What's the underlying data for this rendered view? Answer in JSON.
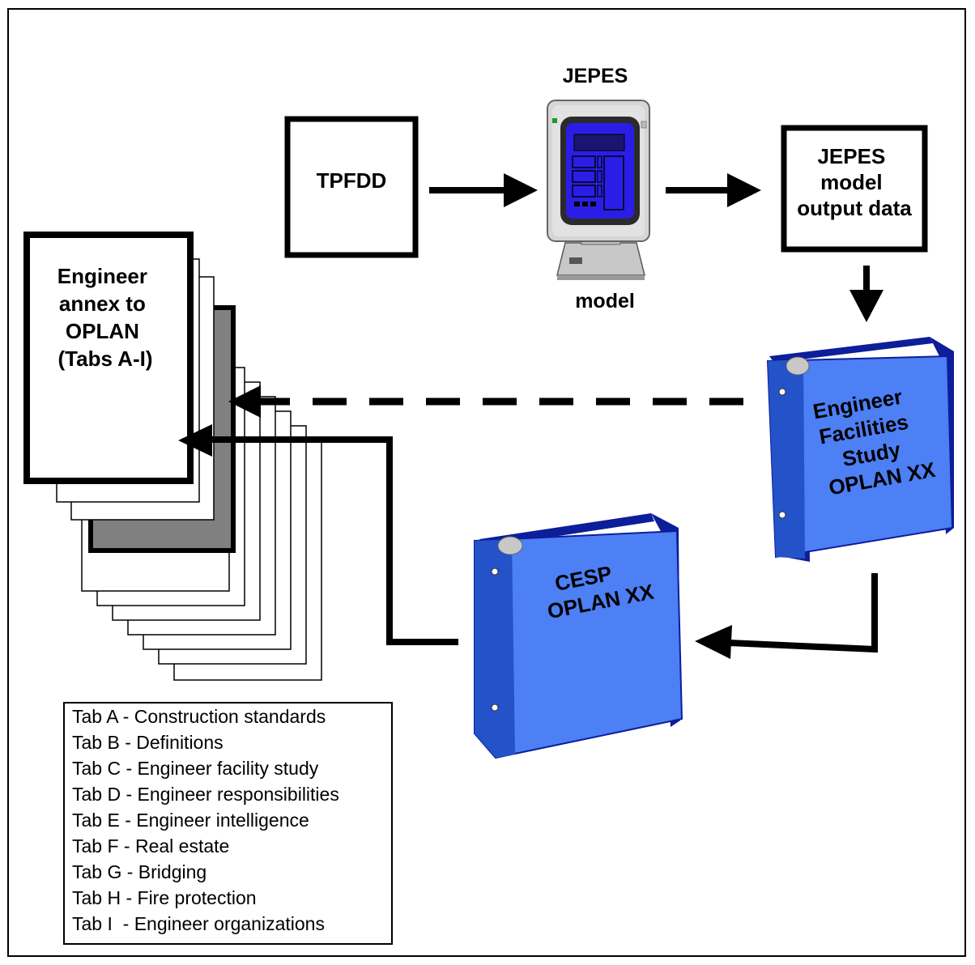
{
  "top": {
    "tpfdd_label": "TPFDD",
    "jepes_label": "JEPES",
    "model_label": "model",
    "output_lines": [
      "JEPES",
      "model",
      "output data"
    ]
  },
  "annex": {
    "title_lines": [
      "Engineer",
      "annex to",
      "OPLAN",
      "(Tabs A-I)"
    ]
  },
  "binders": {
    "facilities_lines": [
      "Engineer",
      "Facilities",
      "Study",
      "OPLAN XX"
    ],
    "cesp_lines": [
      "CESP",
      "OPLAN XX"
    ]
  },
  "tabs_legend": [
    "Tab A - Construction standards",
    "Tab B - Definitions",
    "Tab C - Engineer facility study",
    "Tab D - Engineer responsibilities",
    "Tab E - Engineer intelligence",
    "Tab F - Real estate",
    "Tab G - Bridging",
    "Tab H - Fire protection",
    "Tab I  - Engineer organizations"
  ],
  "colors": {
    "binder_front": "#4d7ff5",
    "binder_side": "#0d1e9a",
    "screen": "#2a1ee6",
    "monitor": "#d6d6d6",
    "grey_page": "#808080"
  }
}
